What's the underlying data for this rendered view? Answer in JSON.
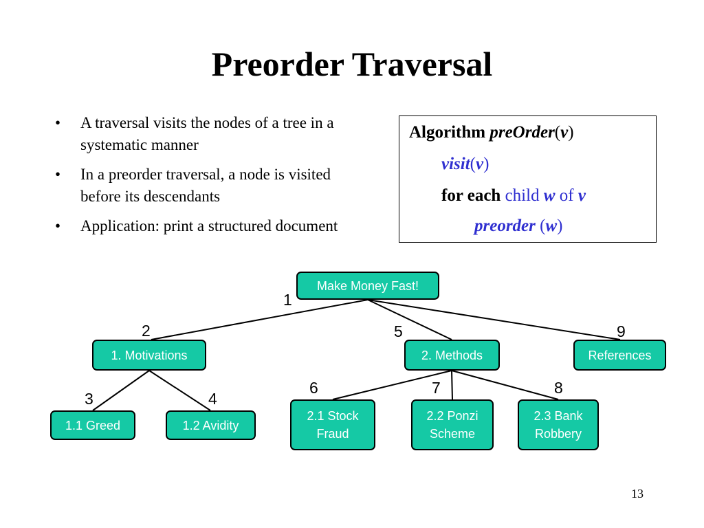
{
  "title": "Preorder Traversal",
  "bullets": [
    "A traversal visits the nodes of a tree in a systematic manner",
    "In a preorder traversal, a node is visited before its descendants",
    "Application: print a structured document"
  ],
  "bullet_glyph": "•",
  "algorithm": {
    "header_kw": "Algorithm",
    "header_fn": "preOrder",
    "header_arg": "v",
    "visit_fn": "visit",
    "visit_arg": "v",
    "for_each": "for each",
    "child": "child",
    "child_var": "w",
    "of": "of",
    "of_var": "v",
    "recurse_fn": "preorder",
    "recurse_arg": "w",
    "lparen": "(",
    "rparen": ")"
  },
  "tree": {
    "root": {
      "label": "Make Money Fast!",
      "order": "1"
    },
    "motivations": {
      "label": "1. Motivations",
      "order": "2"
    },
    "greed": {
      "label": "1.1 Greed",
      "order": "3"
    },
    "avidity": {
      "label": "1.2 Avidity",
      "order": "4"
    },
    "methods": {
      "label": "2. Methods",
      "order": "5"
    },
    "stock": {
      "label": "2.1 Stock Fraud",
      "order": "6"
    },
    "ponzi": {
      "label": "2.2 Ponzi Scheme",
      "order": "7"
    },
    "bank": {
      "label": "2.3 Bank Robbery",
      "order": "8"
    },
    "references": {
      "label": "References",
      "order": "9"
    }
  },
  "colors": {
    "node_fill": "#15c9a5",
    "algorithm_blue": "#2f2fd0"
  },
  "page_number": "13"
}
